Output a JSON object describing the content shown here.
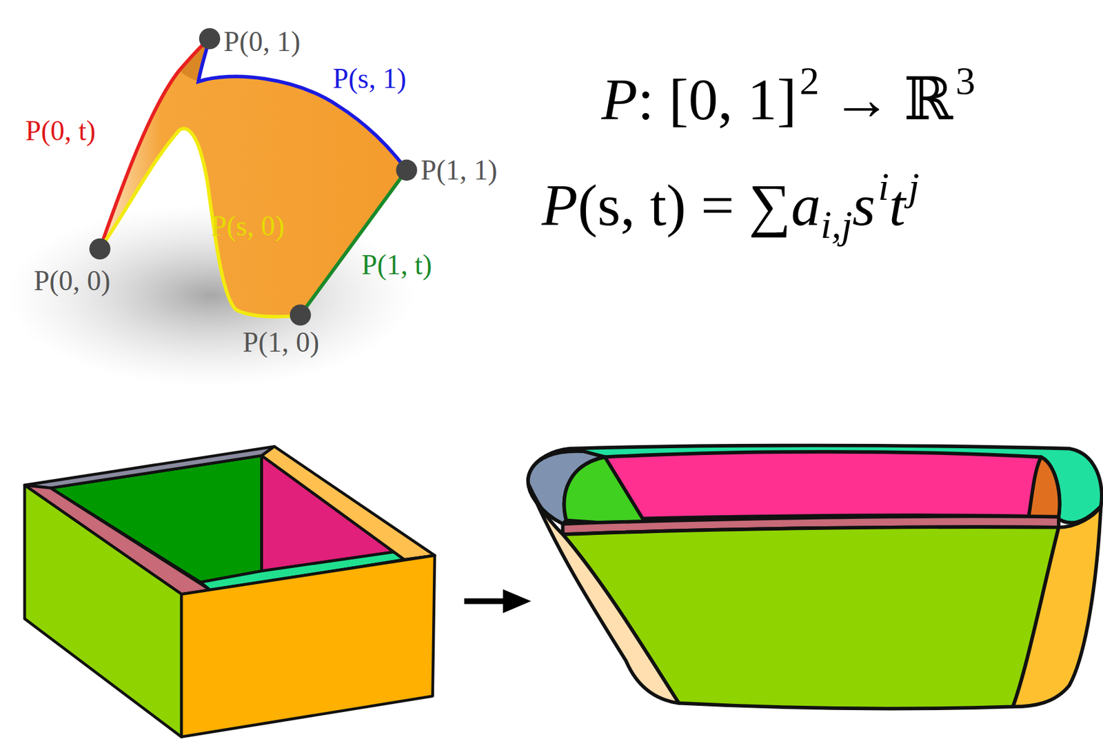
{
  "diagram": {
    "labels": [
      "P(0, 1)",
      "P(s, 1)",
      "P(0, t)",
      "P(1, 1)",
      "P(s, 0)",
      "P(0, 0)",
      "P(1, t)",
      "P(1, 0)",
      "P",
      ": [0, 1]",
      "2",
      "→",
      "ℝ",
      "3",
      "P",
      "(s, t) = ∑",
      "a",
      "i,j",
      "s",
      "i",
      "t",
      "j"
    ]
  }
}
